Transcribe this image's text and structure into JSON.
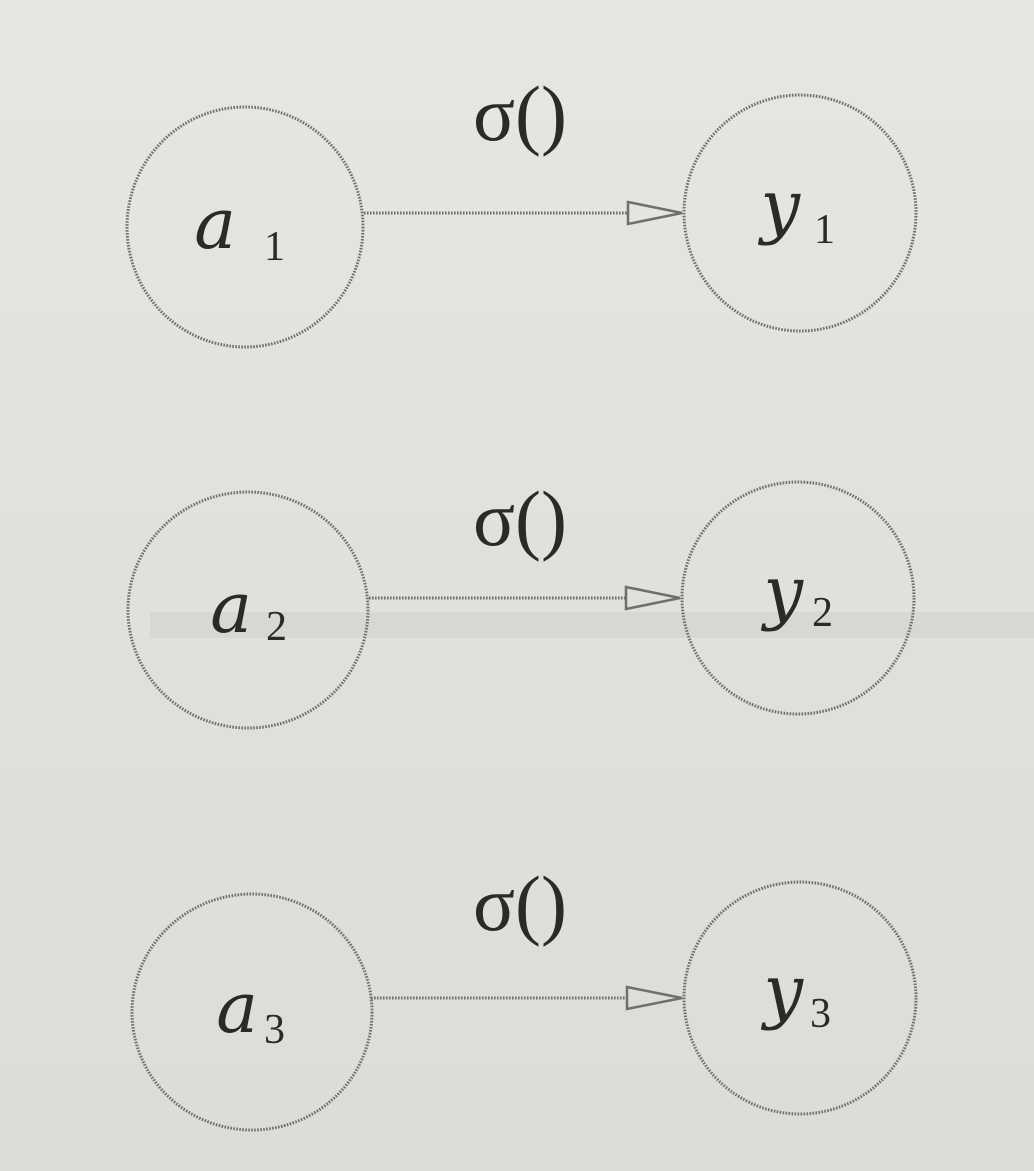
{
  "diagram": {
    "rows": [
      {
        "input": {
          "symbol": "a",
          "index": "1"
        },
        "function": "σ()",
        "output": {
          "symbol": "y",
          "index": "1"
        }
      },
      {
        "input": {
          "symbol": "a",
          "index": "2"
        },
        "function": "σ()",
        "output": {
          "symbol": "y",
          "index": "2"
        }
      },
      {
        "input": {
          "symbol": "a",
          "index": "3"
        },
        "function": "σ()",
        "output": {
          "symbol": "y",
          "index": "3"
        }
      }
    ]
  }
}
